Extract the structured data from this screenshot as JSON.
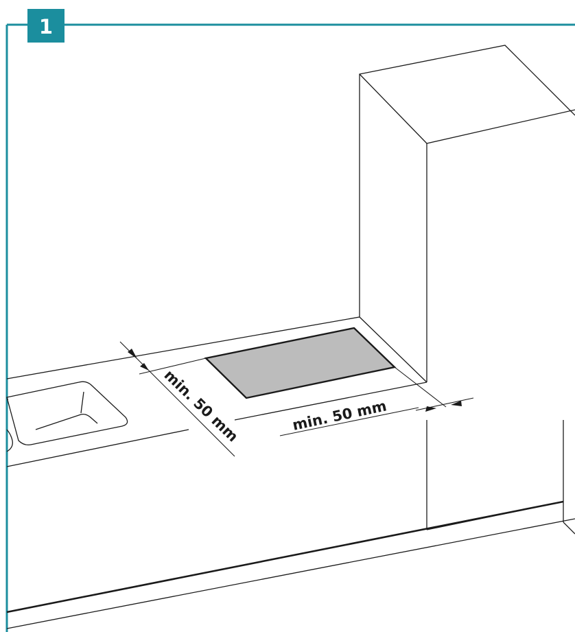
{
  "step": {
    "number": "1"
  },
  "dimensions": {
    "side_clearance": "min. 50 mm",
    "rear_clearance": "min. 50 mm"
  },
  "colors": {
    "frame": "#1b8e9e",
    "hob_fill": "#bcbcbc",
    "line": "#1a1a1a",
    "step_text": "#ffffff"
  }
}
